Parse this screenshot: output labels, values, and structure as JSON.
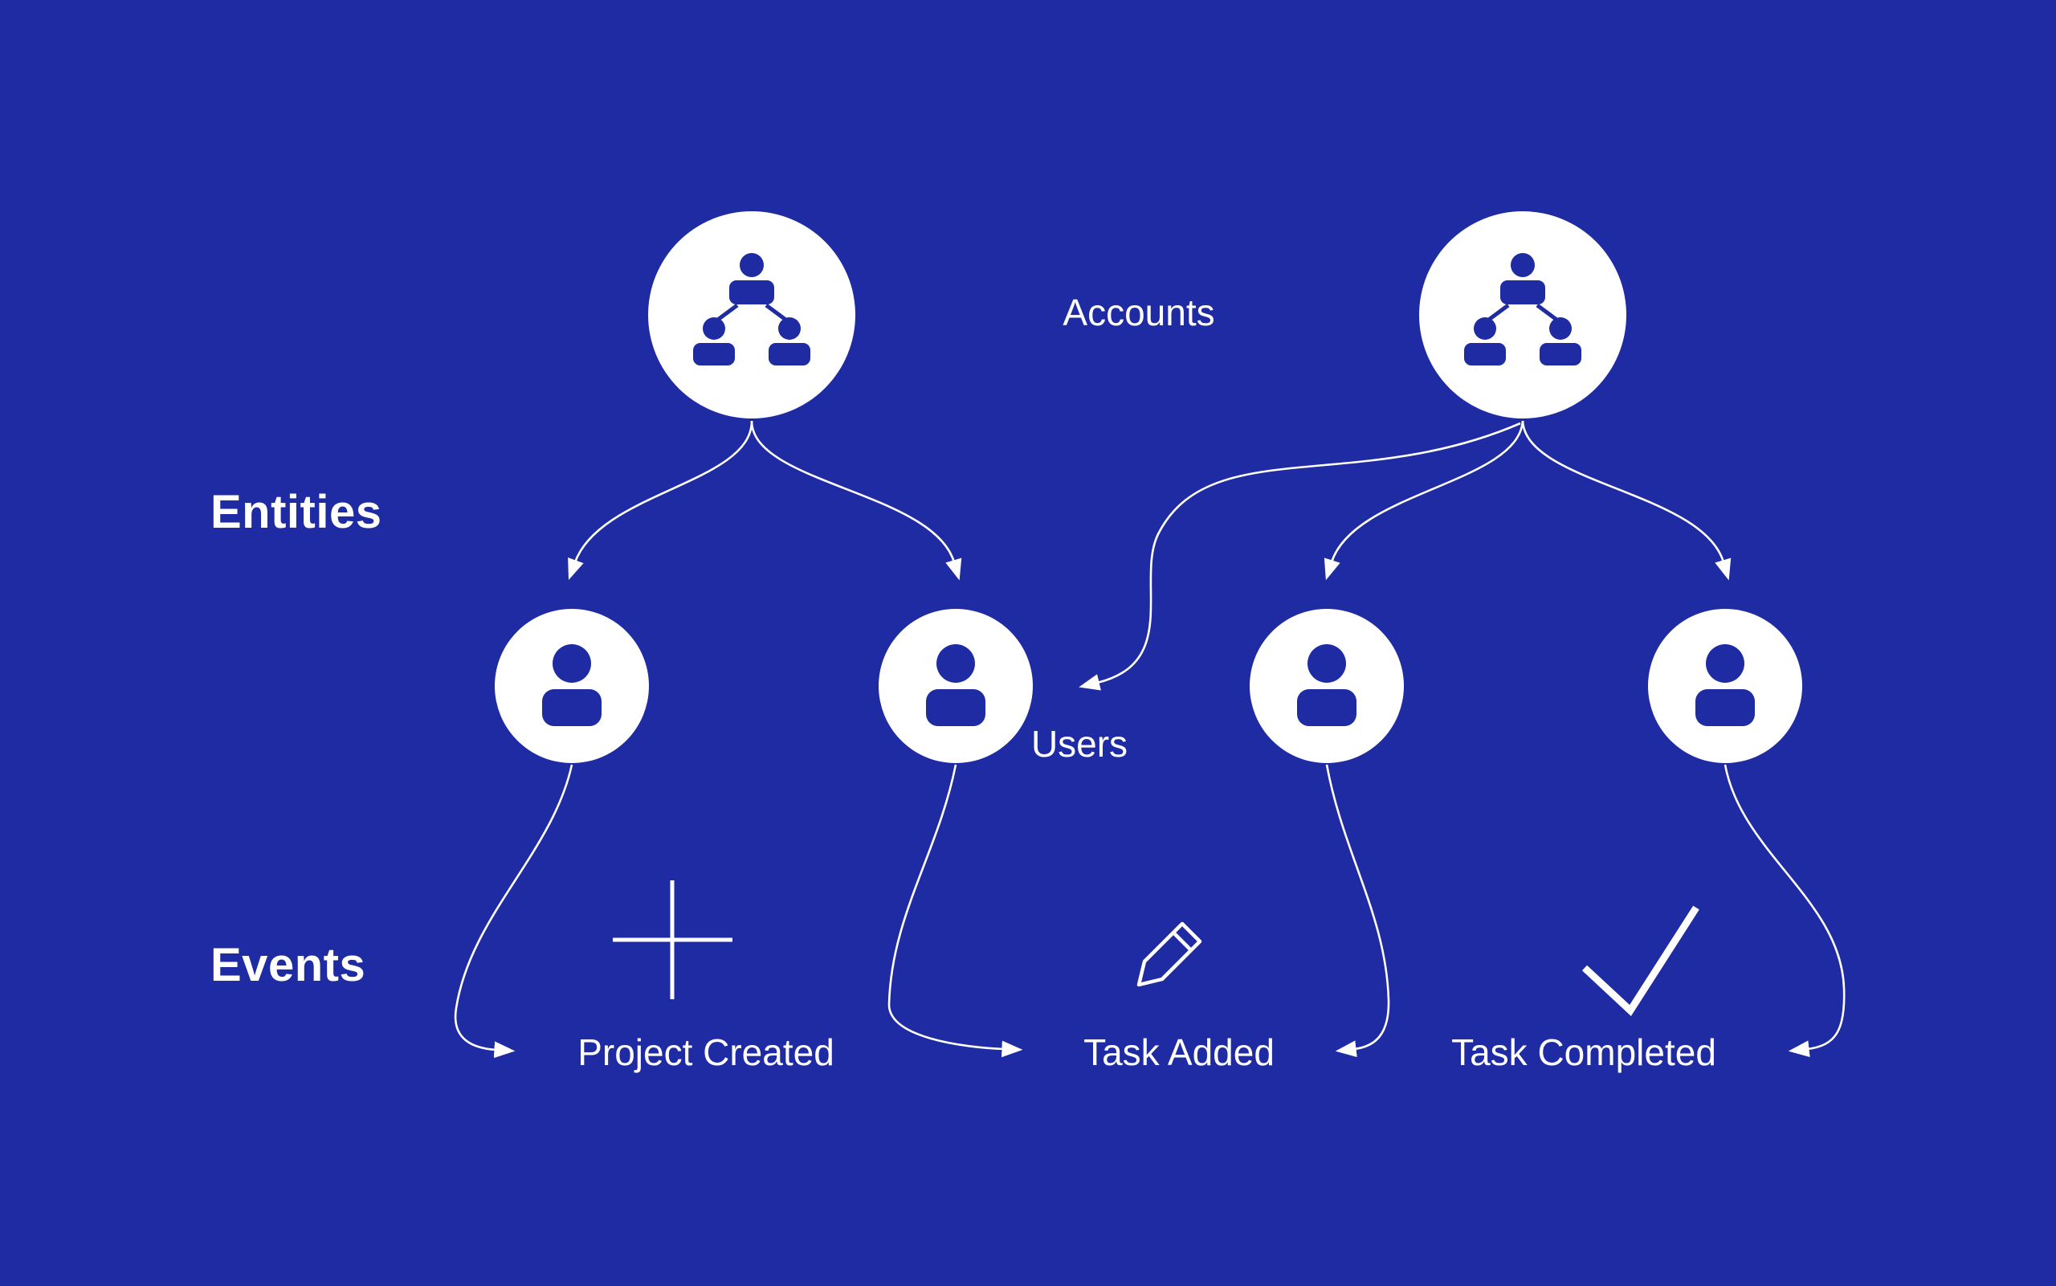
{
  "colors": {
    "background": "#1e2ba3",
    "text": "#ffffff"
  },
  "sections": {
    "entities_label": "Entities",
    "events_label": "Events"
  },
  "entities": {
    "accounts_label": "Accounts",
    "users_label": "Users",
    "account_nodes": [
      {
        "icon": "org-chart-icon"
      },
      {
        "icon": "org-chart-icon"
      }
    ],
    "user_nodes": [
      {
        "icon": "user-icon"
      },
      {
        "icon": "user-icon"
      },
      {
        "icon": "user-icon"
      },
      {
        "icon": "user-icon"
      }
    ]
  },
  "events": [
    {
      "label": "Project Created",
      "icon": "plus-icon"
    },
    {
      "label": "Task Added",
      "icon": "pencil-icon"
    },
    {
      "label": "Task Completed",
      "icon": "check-icon"
    }
  ]
}
